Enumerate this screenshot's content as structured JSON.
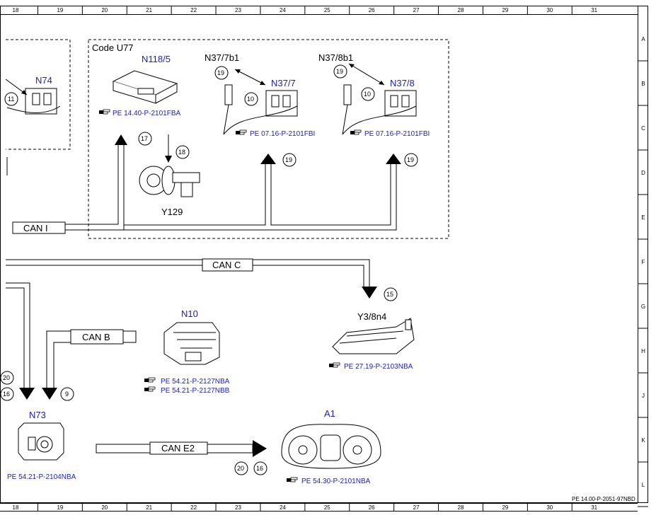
{
  "grid": {
    "columns": [
      "18",
      "19",
      "20",
      "21",
      "22",
      "23",
      "24",
      "25",
      "26",
      "27",
      "28",
      "29",
      "30",
      "31"
    ],
    "rows": [
      "A",
      "B",
      "C",
      "D",
      "E",
      "F",
      "G",
      "H",
      "J",
      "K",
      "L"
    ]
  },
  "frame": {
    "doc_ref": "PE 14.00-P-2051-97NBD"
  },
  "option_box": {
    "label": "Code U77"
  },
  "components": {
    "n74": {
      "name": "N74"
    },
    "n118_5": {
      "name": "N118/5",
      "ref": "PE 14.40-P-2101FBA"
    },
    "y129": {
      "name": "Y129"
    },
    "n37_7": {
      "name": "N37/7",
      "sensor": "N37/7b1",
      "ref": "PE 07.16-P-2101FBI"
    },
    "n37_8": {
      "name": "N37/8",
      "sensor": "N37/8b1",
      "ref": "PE 07.16-P-2101FBI"
    },
    "n10": {
      "name": "N10",
      "ref1": "PE 54.21-P-2127NBA",
      "ref2": "PE 54.21-P-2127NBB"
    },
    "y3_8n4": {
      "name": "Y3/8n4",
      "ref": "PE 27.19-P-2103NBA"
    },
    "n73": {
      "name": "N73",
      "ref": "PE 54.21-P-2104NBA"
    },
    "a1": {
      "name": "A1",
      "ref": "PE 54.30-P-2101NBA"
    }
  },
  "buses": {
    "can_i": "CAN I",
    "can_c": "CAN C",
    "can_b": "CAN B",
    "can_e2": "CAN E2"
  },
  "callouts": {
    "c11": "11",
    "c17": "17",
    "c18": "18",
    "c19a": "19",
    "c10a": "10",
    "c19b": "19",
    "c19c": "19",
    "c10b": "10",
    "c19d": "19",
    "c15": "15",
    "c20a": "20",
    "c16a": "16",
    "c9": "9",
    "c20b": "20",
    "c16b": "16"
  },
  "colors": {
    "line": "#000000",
    "component_label": "#1a1ac8",
    "reference": "#1a1ac8"
  },
  "icons": {
    "reference": "pointing-hand-icon"
  }
}
